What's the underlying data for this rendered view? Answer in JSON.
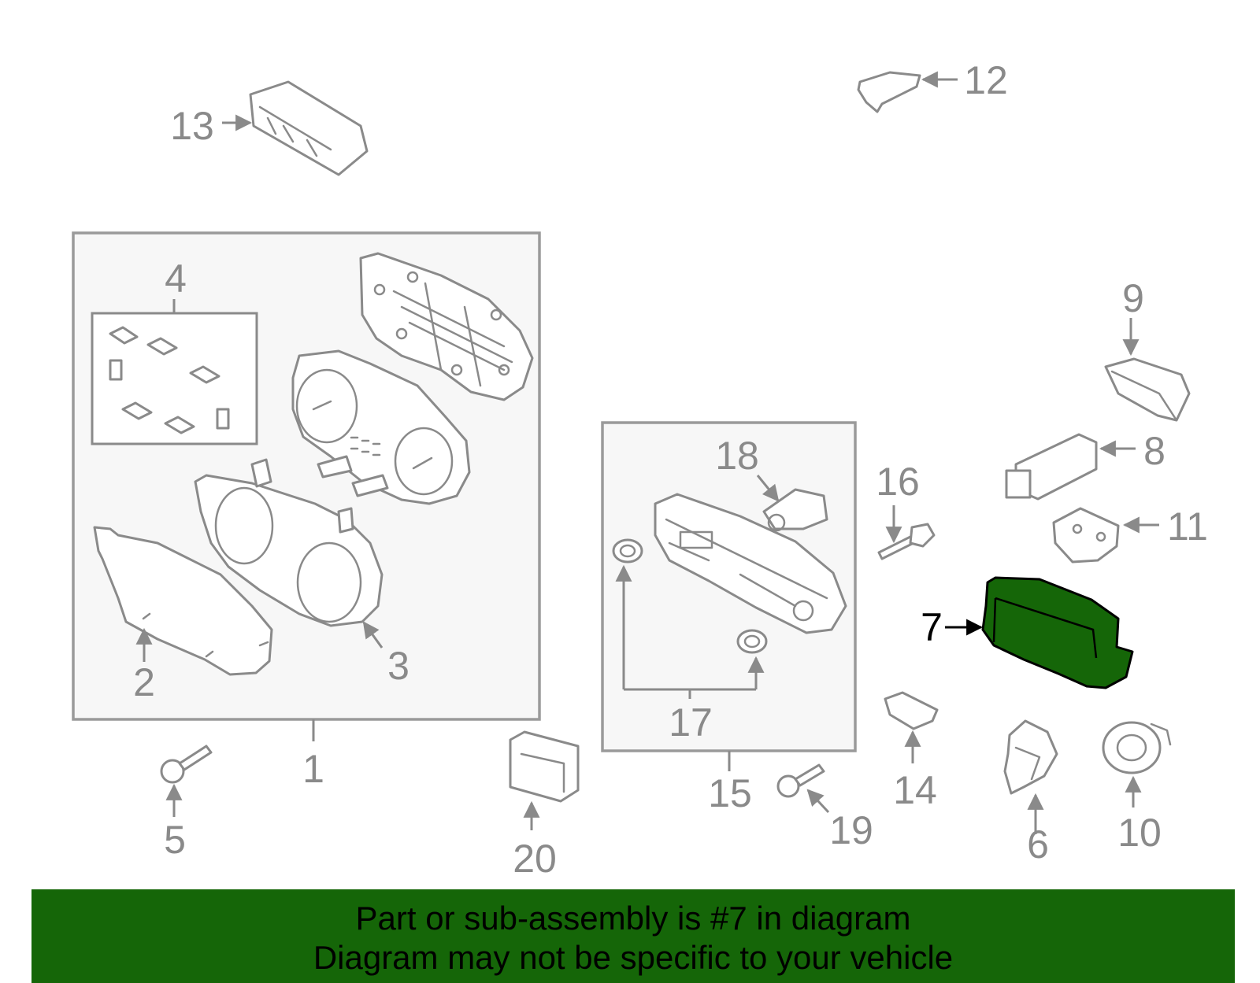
{
  "diagram": {
    "highlight_color": "#156608",
    "callouts": {
      "c1": "1",
      "c2": "2",
      "c3": "3",
      "c4": "4",
      "c5": "5",
      "c6": "6",
      "c7": "7",
      "c8": "8",
      "c9": "9",
      "c10": "10",
      "c11": "11",
      "c12": "12",
      "c13": "13",
      "c14": "14",
      "c15": "15",
      "c16": "16",
      "c17": "17",
      "c18": "18",
      "c19": "19",
      "c20": "20"
    },
    "highlighted_part": "7"
  },
  "banner": {
    "line1": "Part or sub-assembly is #7 in diagram",
    "line2": "Diagram may not be specific to your vehicle",
    "background": "#156608"
  }
}
